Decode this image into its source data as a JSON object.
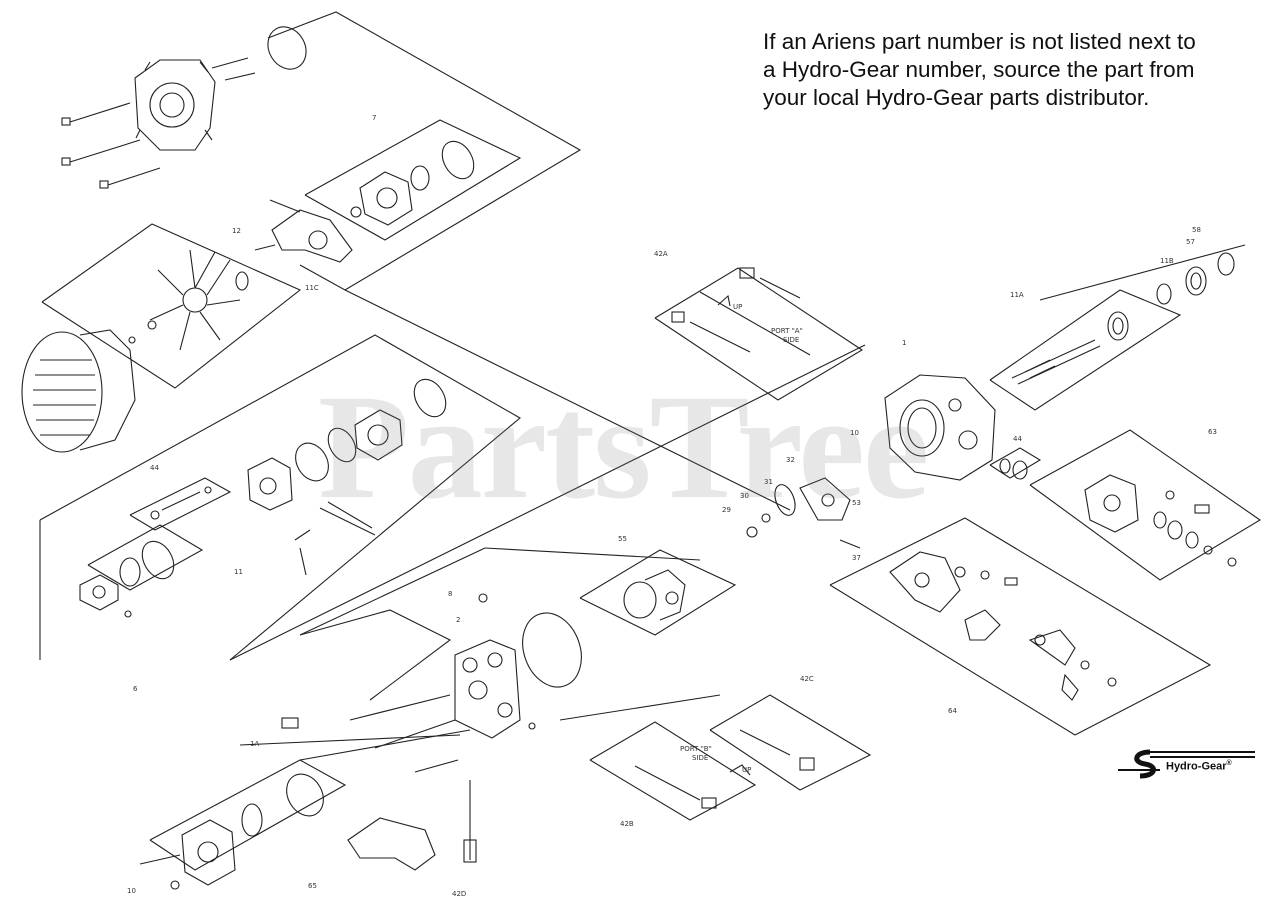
{
  "note": {
    "line1": "If an Ariens part number is not listed next to",
    "line2": "a Hydro-Gear number, source the part from",
    "line3": "your local Hydro-Gear parts distributor."
  },
  "watermark": "PartsTree",
  "brand": {
    "name": "Hydro-Gear",
    "mark": "®"
  },
  "callouts": {
    "c1": "1",
    "c2": "2",
    "c6": "6",
    "c7": "7",
    "c8": "8",
    "c10": "10",
    "c11": "11",
    "c12": "12",
    "c29": "29",
    "c30": "30",
    "c31": "31",
    "c32": "32",
    "c37": "37",
    "c44": "44",
    "c55": "55",
    "c57": "57",
    "c58": "58",
    "c11a": "11A",
    "c11b": "11B",
    "c11c": "11C",
    "c42a": "42A",
    "c42b": "42B",
    "c42c": "42C",
    "c42d": "42D",
    "c44b": "44",
    "c63": "63",
    "c64": "64",
    "c65": "65",
    "c53": "53",
    "c10b": "10",
    "c11d": "1A"
  },
  "port_labels": {
    "top_a": "PORT \"A\"",
    "top_b": "SIDE",
    "bottom_a": "PORT \"B\"",
    "bottom_b": "SIDE",
    "up_a": "UP",
    "up_b": "UP"
  }
}
